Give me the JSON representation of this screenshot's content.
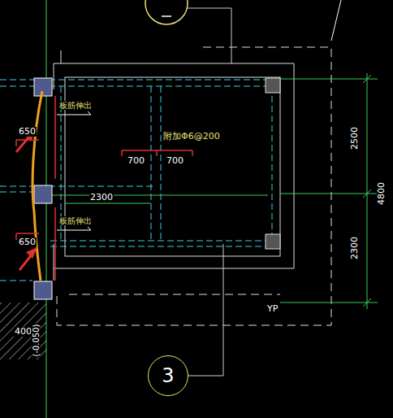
{
  "diagram": {
    "nodes": [
      {
        "text": [
          "3"
        ]
      }
    ],
    "labels": [
      "板筋伸出",
      "附加Φ6@200",
      "650",
      "700",
      "700",
      "2300",
      "2500",
      "4800",
      "2300",
      "板筋伸出",
      "650",
      "YP",
      "400",
      "(-0.050)"
    ]
  }
}
